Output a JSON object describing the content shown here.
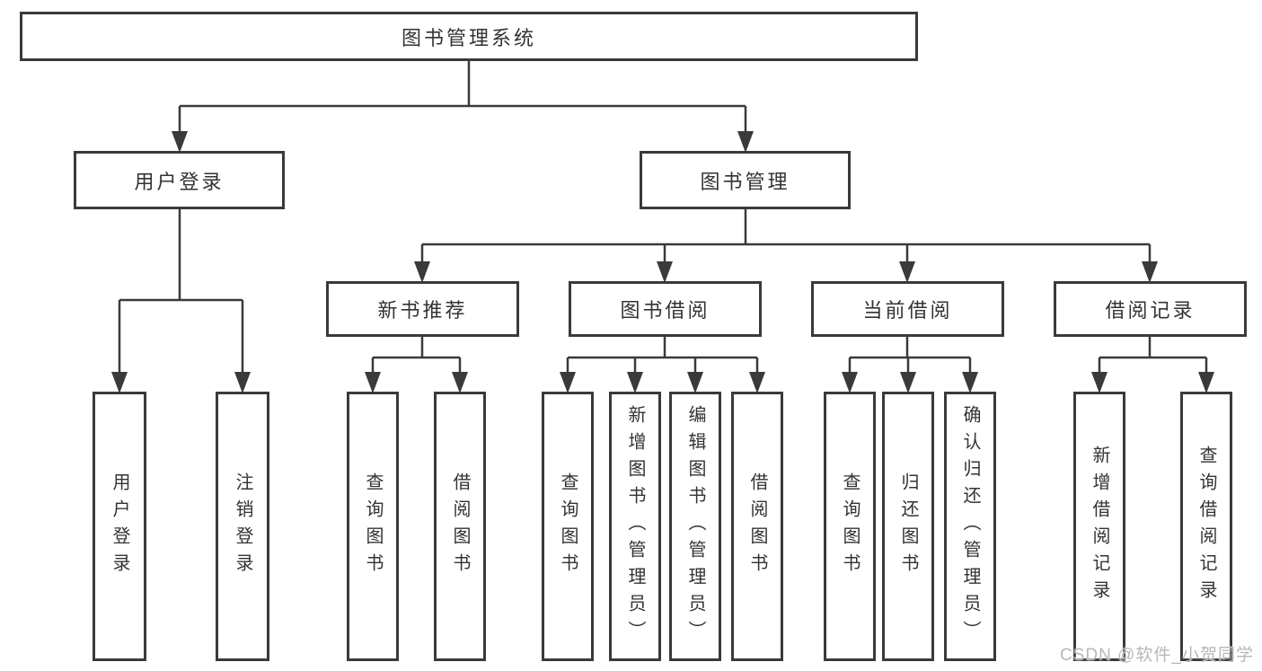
{
  "diagram_type": "hierarchy-tree",
  "colors": {
    "line": "#3a3a3a",
    "border": "#3a3a3a",
    "text": "#333333",
    "watermark": "#b7b7b7",
    "background": "#ffffff"
  },
  "diagram": {
    "root": {
      "label": "图书管理系统"
    },
    "user_login_branch": {
      "label": "用户登录",
      "children": [
        {
          "label": "用户登录"
        },
        {
          "label": "注销登录"
        }
      ]
    },
    "book_mgmt_branch": {
      "label": "图书管理",
      "children": [
        {
          "label": "新书推荐",
          "children": [
            {
              "label": "查询图书"
            },
            {
              "label": "借阅图书"
            }
          ]
        },
        {
          "label": "图书借阅",
          "children": [
            {
              "label": "查询图书"
            },
            {
              "label": "新增图书（管理员）"
            },
            {
              "label": "编辑图书（管理员）"
            },
            {
              "label": "借阅图书"
            }
          ]
        },
        {
          "label": "当前借阅",
          "children": [
            {
              "label": "查询图书"
            },
            {
              "label": "归还图书"
            },
            {
              "label": "确认归还（管理员）"
            }
          ]
        },
        {
          "label": "借阅记录",
          "children": [
            {
              "label": "新增借阅记录"
            },
            {
              "label": "查询借阅记录"
            }
          ]
        }
      ]
    }
  },
  "watermark": {
    "text": "CSDN @软件_小贺同学"
  }
}
